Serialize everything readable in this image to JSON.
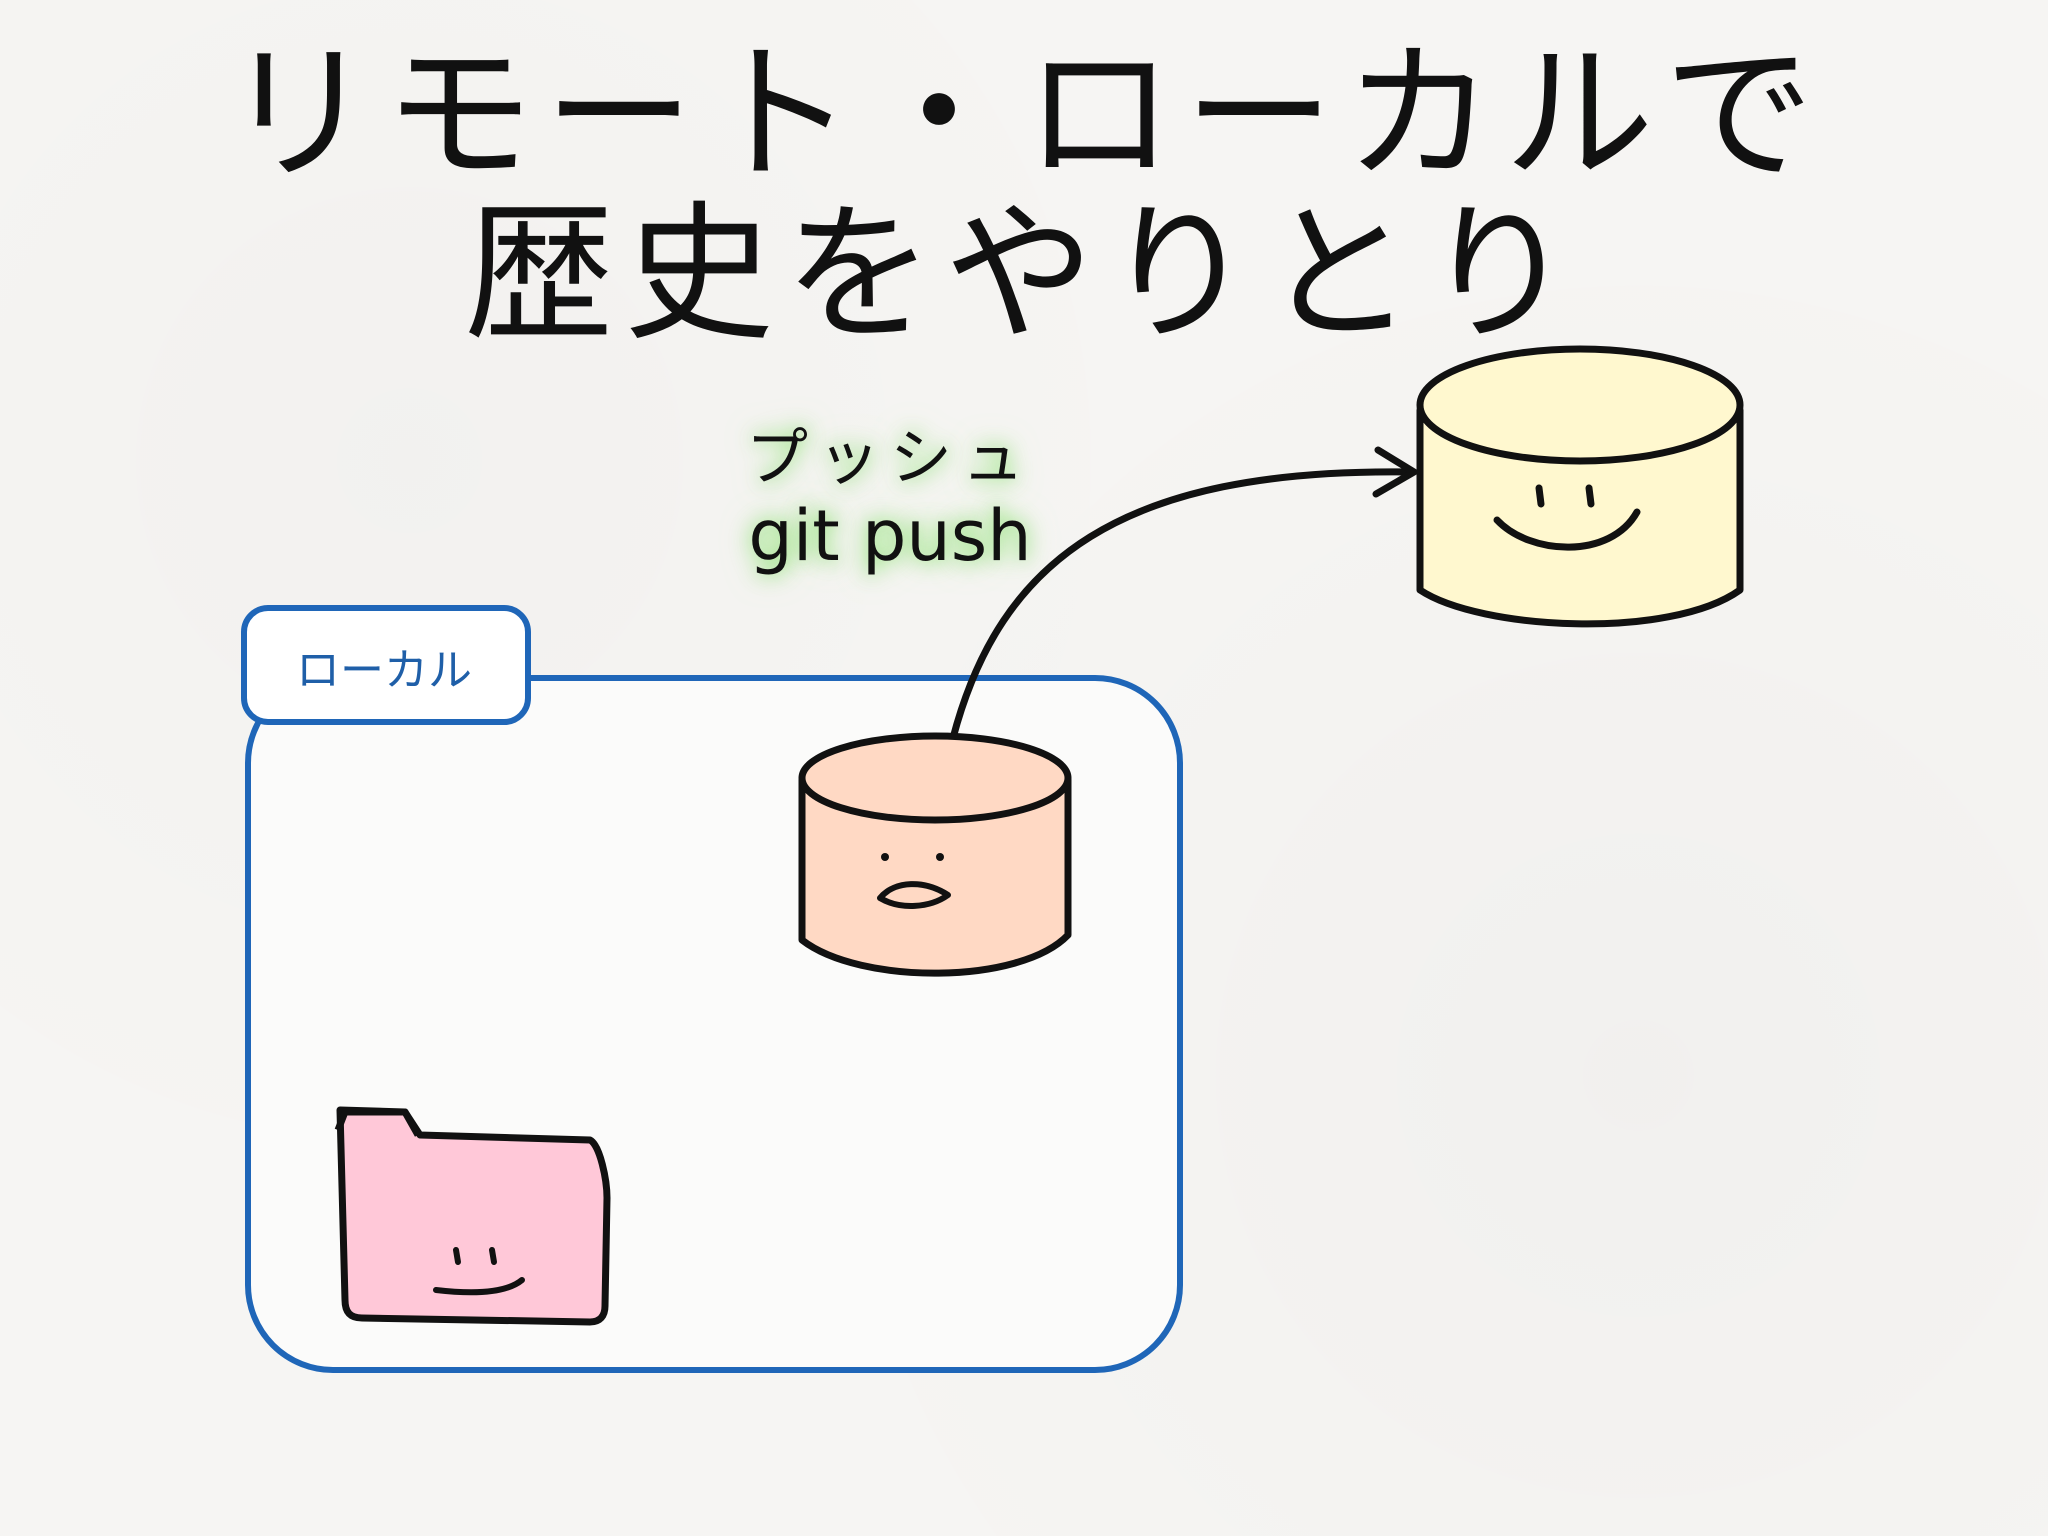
{
  "title": {
    "line1": "リモート・ローカルで",
    "line2": "歴史をやりとり"
  },
  "push": {
    "label_ja": "プッシュ",
    "command": "git push"
  },
  "local_box": {
    "label": "ローカル",
    "border_color": "#1f66b8"
  },
  "remote_repo": {
    "icon": "smiling-database-icon",
    "fill_color": "#fff8cf"
  },
  "local_repo": {
    "icon": "database-face-icon",
    "fill_color": "#ffd9c4"
  },
  "working_folder": {
    "icon": "smiling-folder-icon",
    "fill_color": "#ffc8d8"
  },
  "arrow": {
    "from": "local_repo",
    "to": "remote_repo"
  }
}
